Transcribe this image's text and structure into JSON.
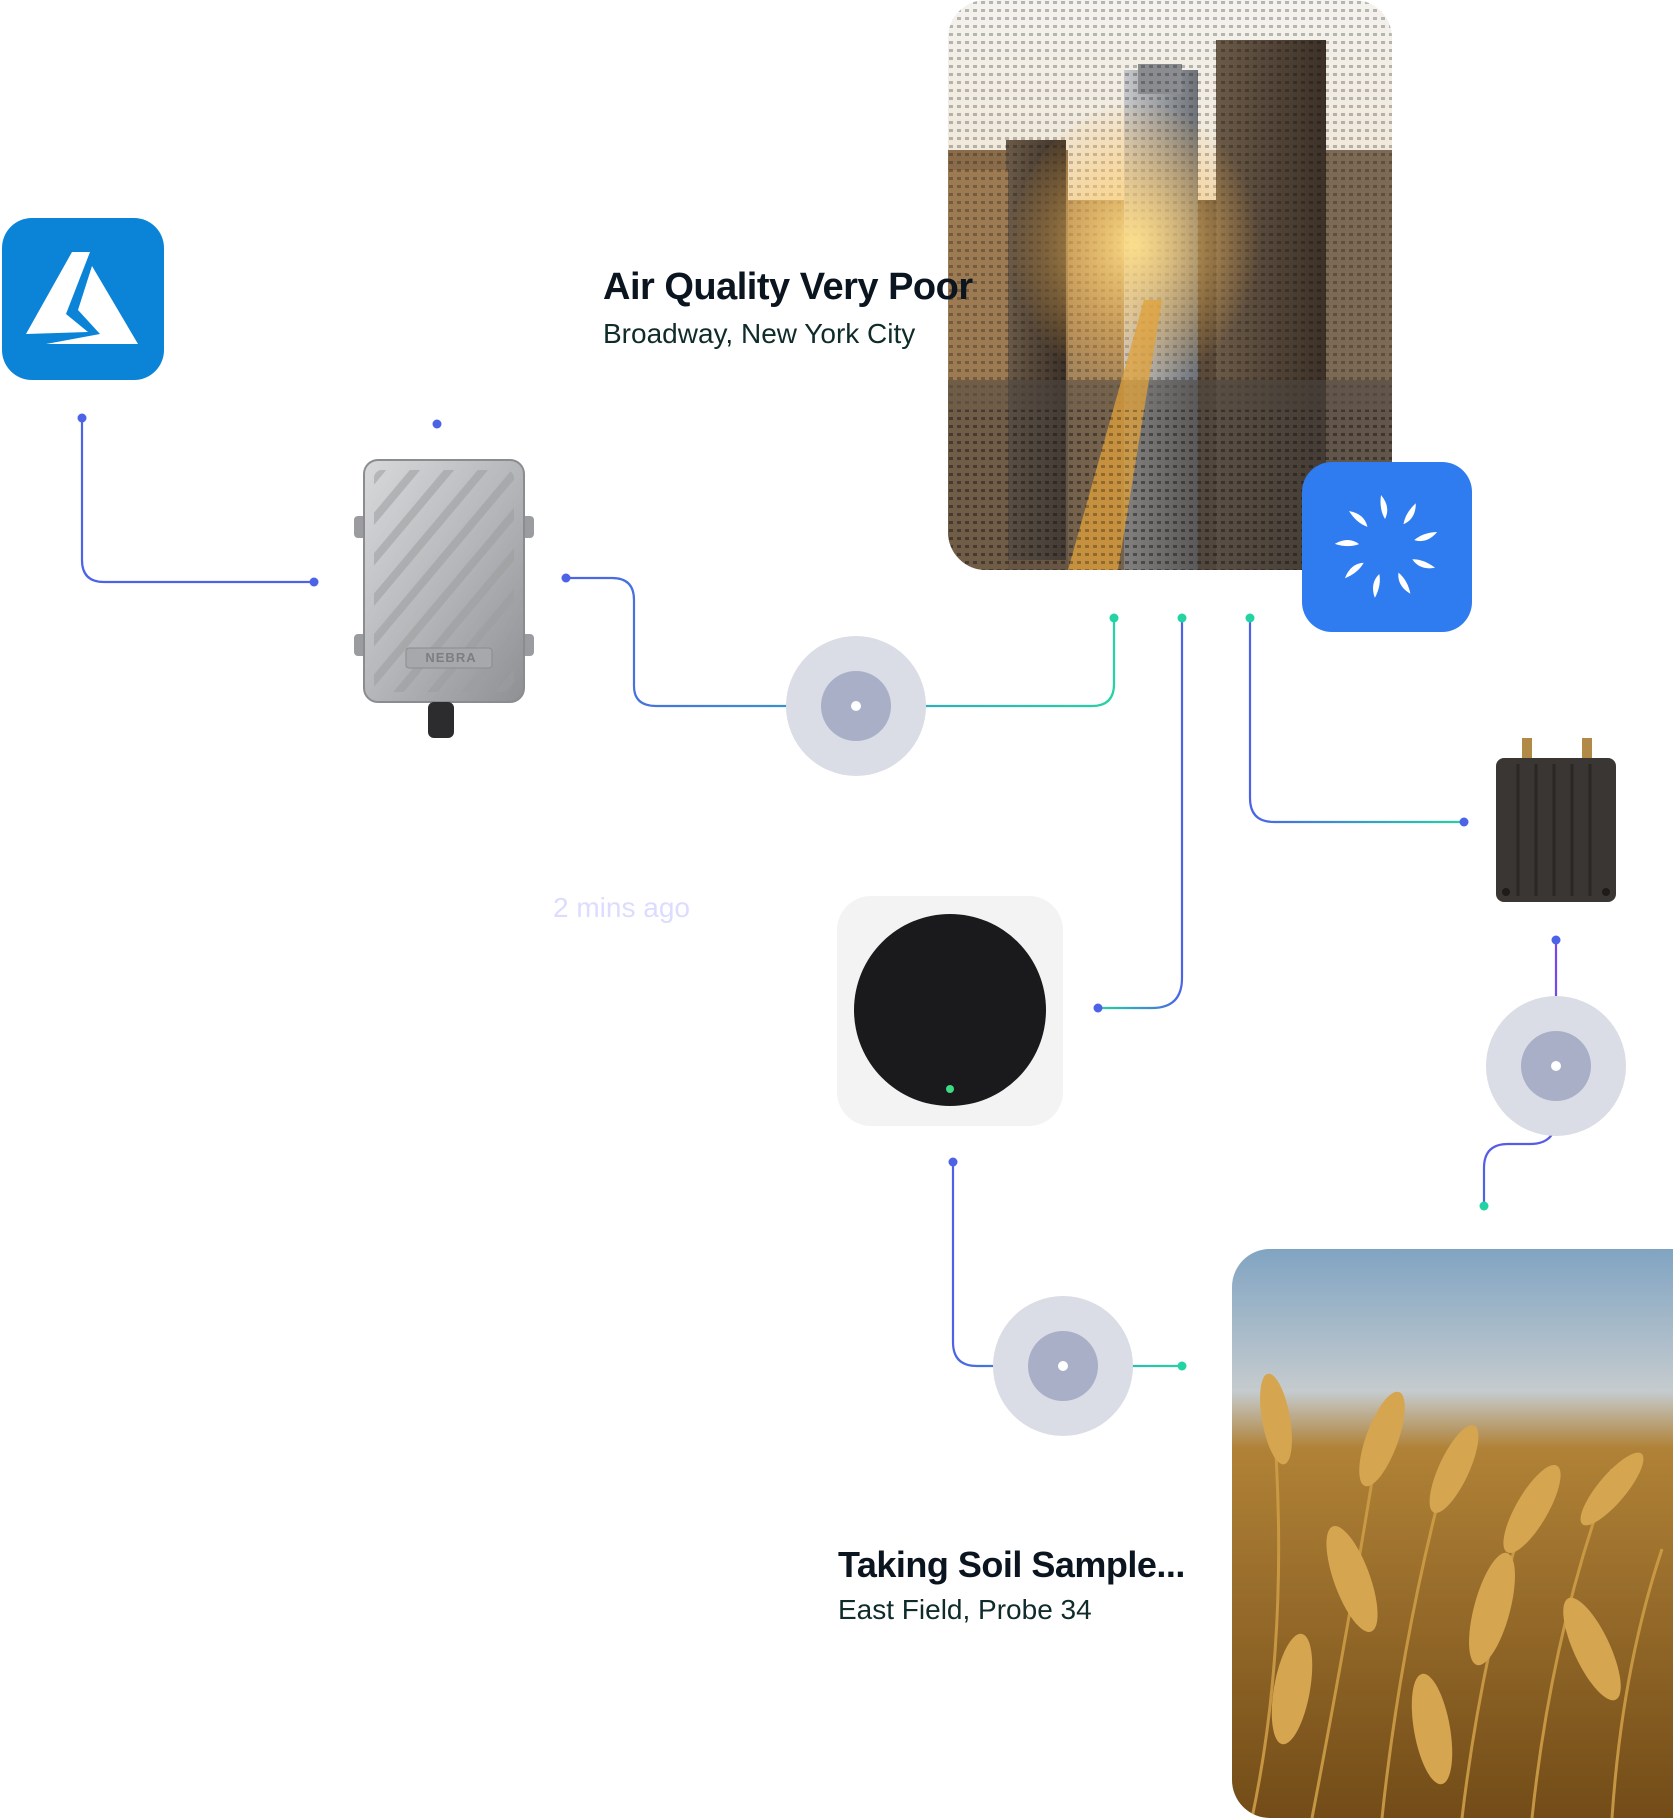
{
  "azure_tile": {
    "icon": "azure-icon",
    "color": "#0b84d8"
  },
  "spinner_tile": {
    "icon": "spinner-icon",
    "color": "#2f7bf0"
  },
  "cards": {
    "air": {
      "title": "Air Quality Very Poor",
      "subtitle": "Broadway, New York City",
      "color": "#21dfac"
    },
    "mined": {
      "title": "Mined 3.14 HNT",
      "subtitle": "2 mins ago",
      "color": "#4a47f0"
    },
    "soil": {
      "title": "Taking Soil Sample...",
      "subtitle": "East Field, Probe 34",
      "color": "#21dfac"
    }
  },
  "devices": {
    "nebra": {
      "label": "NEBRA"
    }
  },
  "colors": {
    "line_blue": "#4c63e6",
    "line_green": "#24d3a4",
    "signal_outer": "#dadce6",
    "signal_inner": "#a9afc6"
  }
}
